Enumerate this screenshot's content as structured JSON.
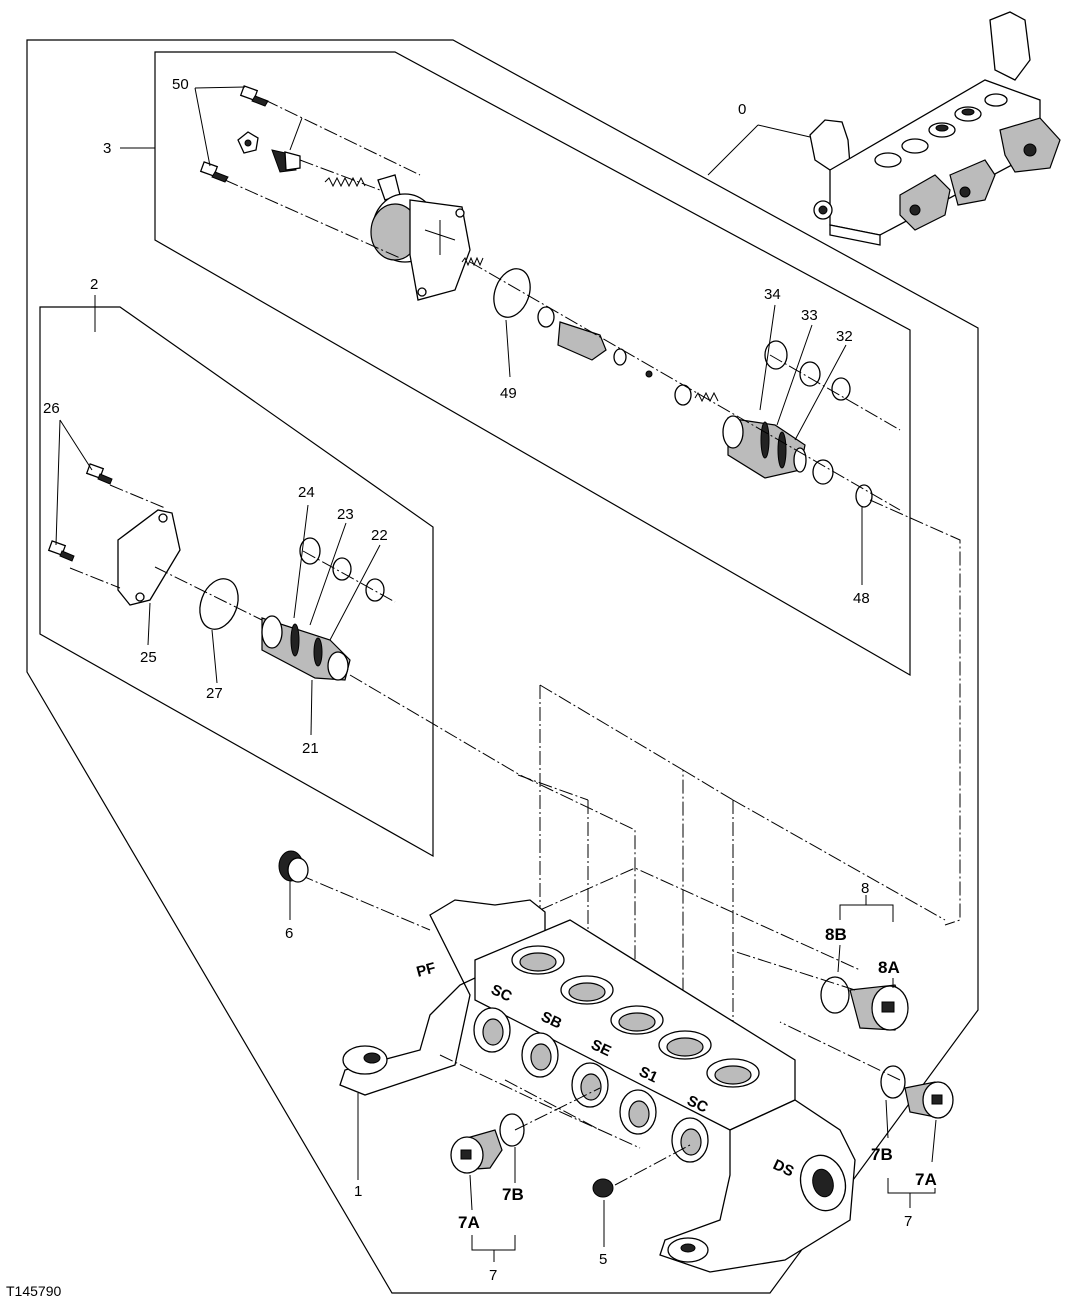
{
  "figure_id": "T145790",
  "callouts": {
    "c0": "0",
    "c1": "1",
    "c2": "2",
    "c3": "3",
    "c5": "5",
    "c6": "6",
    "c7a": "7",
    "c7b": "7",
    "c7A_left": "7A",
    "c7B_left": "7B",
    "c7A_right": "7A",
    "c7B_right": "7B",
    "c8": "8",
    "c8A": "8A",
    "c8B": "8B",
    "c21": "21",
    "c22": "22",
    "c23": "23",
    "c24": "24",
    "c25": "25",
    "c26": "26",
    "c27": "27",
    "c32": "32",
    "c33": "33",
    "c34": "34",
    "c48": "48",
    "c49": "49",
    "c50": "50"
  },
  "port_labels": {
    "pf": "PF",
    "sc1": "SC",
    "sb": "SB",
    "se": "SE",
    "s1": "S1",
    "sc2": "SC",
    "ds": "DS"
  }
}
